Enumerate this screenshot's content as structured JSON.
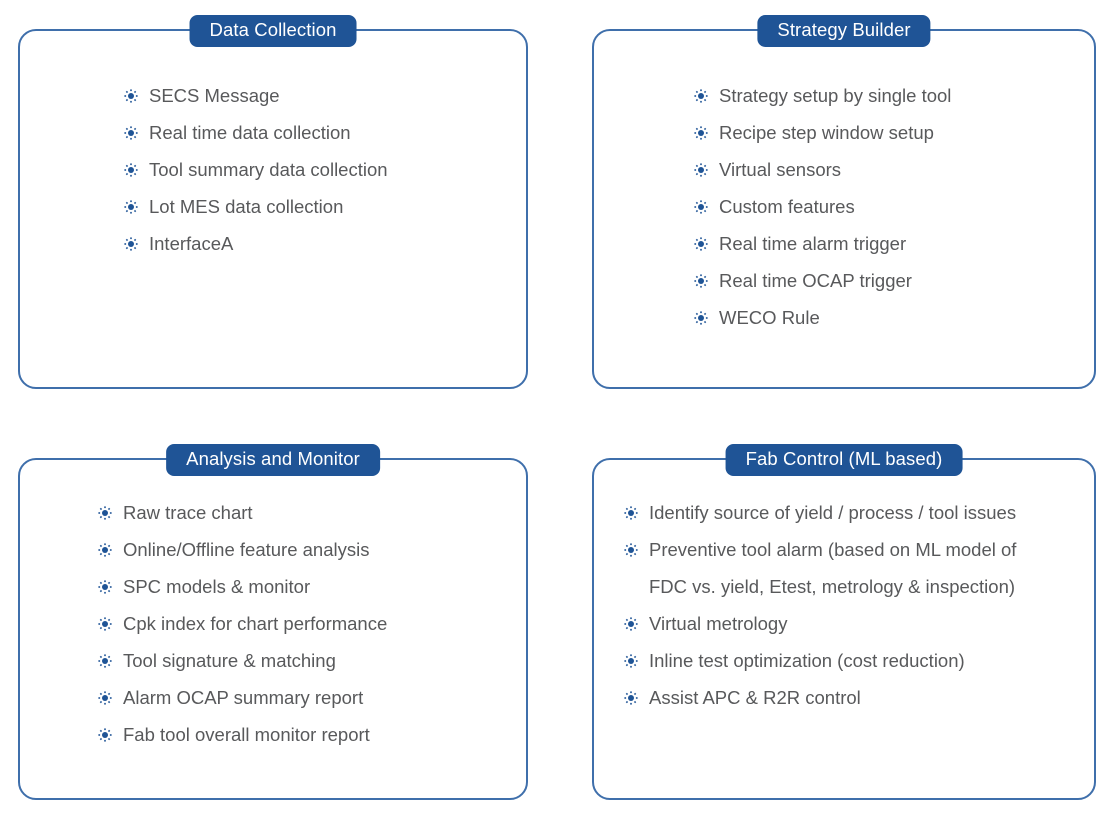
{
  "theme": {
    "background": "#ffffff",
    "card_border": "#3f6fab",
    "badge_background": "#1f5496",
    "badge_text": "#ffffff",
    "item_text": "#58595b",
    "bullet_icon_color": "#1f5496"
  },
  "bullet_icon_name": "radiating-dot-icon",
  "panels": [
    {
      "id": "data-collection",
      "title": "Data Collection",
      "items": [
        "SECS Message",
        "Real time data collection",
        "Tool summary data collection",
        "Lot MES data collection",
        "InterfaceA"
      ]
    },
    {
      "id": "strategy-builder",
      "title": "Strategy Builder",
      "items": [
        "Strategy setup by single tool",
        "Recipe step window setup",
        "Virtual sensors",
        "Custom features",
        "Real time alarm trigger",
        "Real time OCAP trigger",
        "WECO Rule"
      ]
    },
    {
      "id": "analysis-and-monitor",
      "title": "Analysis and Monitor",
      "items": [
        "Raw trace chart",
        "Online/Offline feature analysis",
        "SPC models & monitor",
        "Cpk index for chart performance",
        "Tool signature & matching",
        "Alarm OCAP summary report",
        "Fab tool overall monitor report"
      ]
    },
    {
      "id": "fab-control-ml-based",
      "title": "Fab Control (ML based)",
      "items": [
        "Identify source of yield / process / tool issues",
        "Preventive tool alarm (based on ML model of\nFDC vs. yield, Etest, metrology & inspection)",
        "Virtual metrology",
        "Inline test optimization (cost reduction)",
        "Assist APC & R2R control"
      ]
    }
  ]
}
